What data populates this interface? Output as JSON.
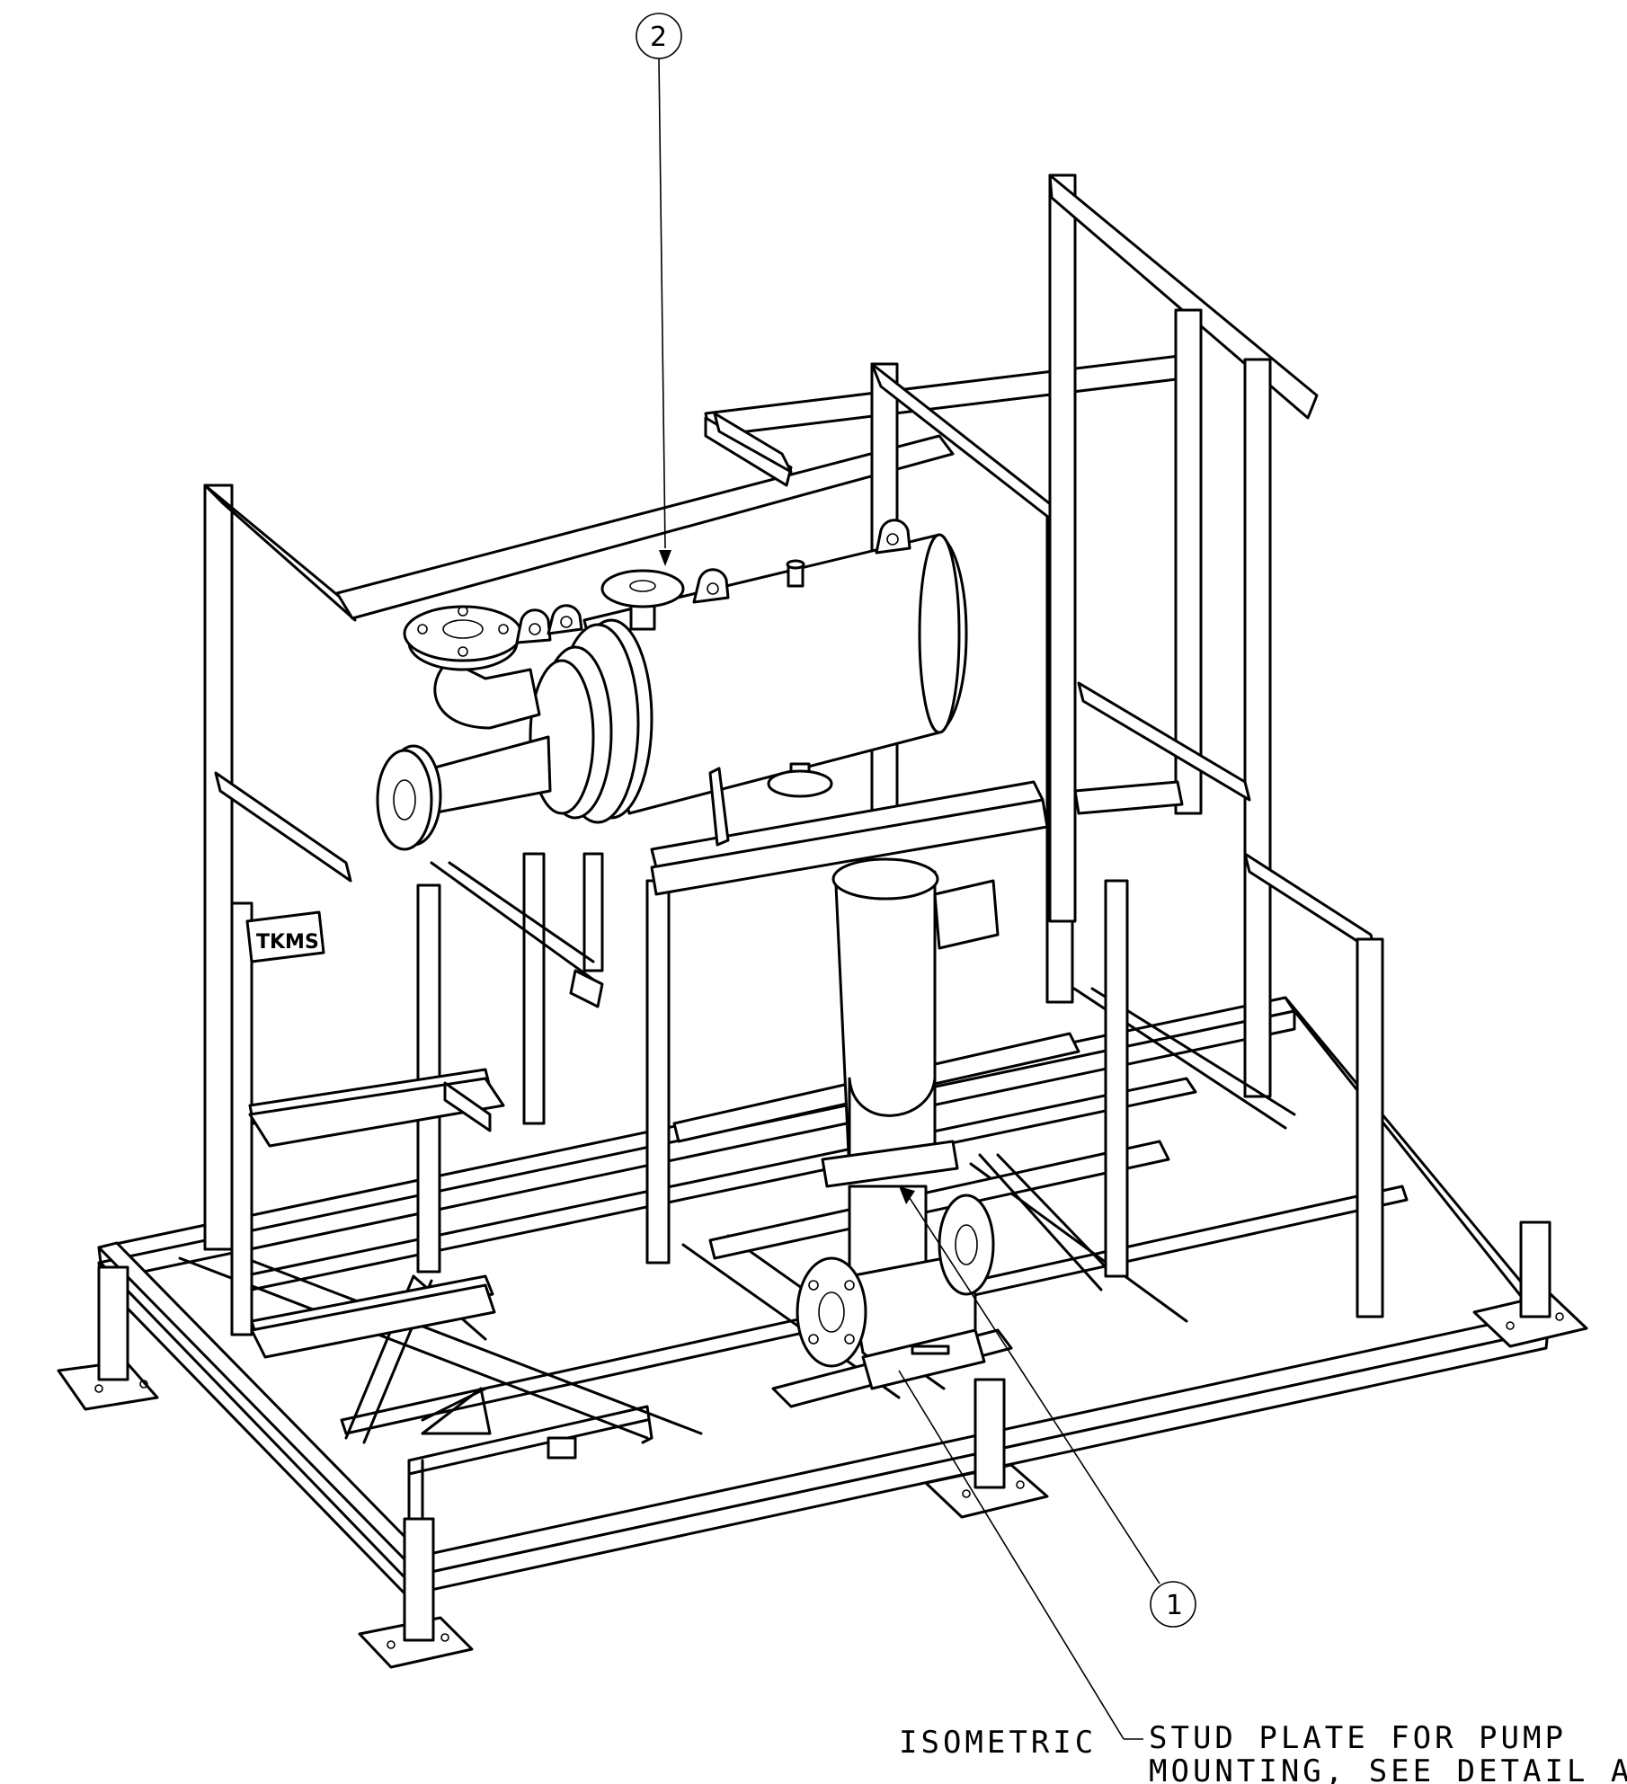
{
  "callouts": [
    {
      "number": "2"
    },
    {
      "number": "1"
    }
  ],
  "view_label": "ISOMETRIC",
  "note_lines": [
    "STUD PLATE FOR PUMP",
    "MOUNTING, SEE DETAIL A"
  ],
  "logo_text": "TKMS",
  "colors": {
    "line": "#000000",
    "paper": "#ffffff"
  }
}
